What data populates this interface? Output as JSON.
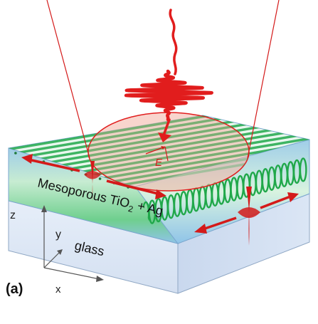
{
  "figure": {
    "panel_label": "(a)",
    "layer_label": {
      "prefix": "Mesoporous TiO",
      "subscript": "2",
      "suffix": " + Ag"
    },
    "substrate_label": "glass",
    "axes": {
      "z": "z",
      "y": "y",
      "x": "x"
    },
    "field_label": "E",
    "colors": {
      "pulse": "#e11d1d",
      "beam_lines": "#d41a1a",
      "spot_fill": "#f3b3a4",
      "fringe_green": "#20a84a",
      "waveguide_blue": "#8fc4e8",
      "glass": "#dbe6f5",
      "glass_edge": "#8fa7c4"
    }
  }
}
